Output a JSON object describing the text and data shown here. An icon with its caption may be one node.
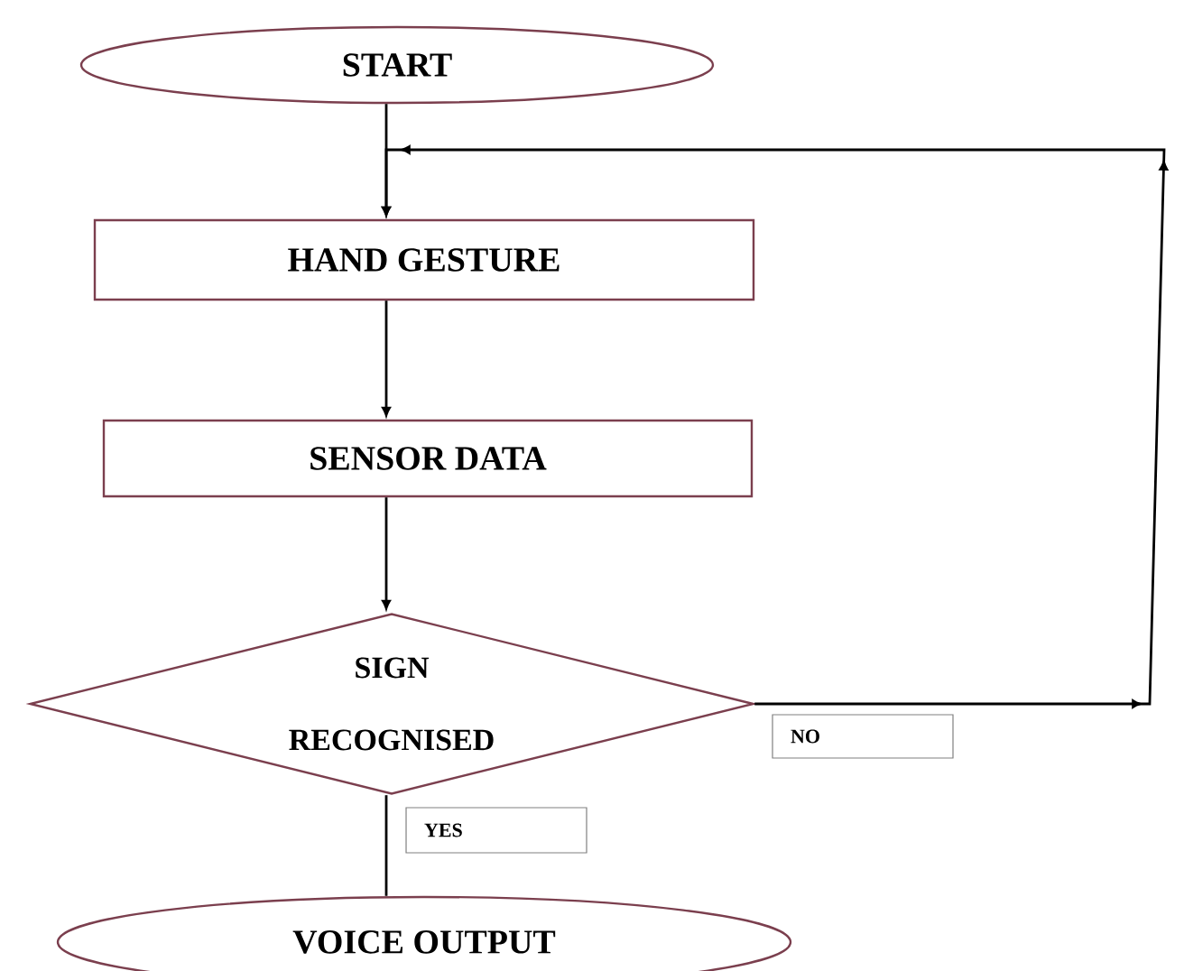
{
  "diagram": {
    "nodes": [
      {
        "text": [
          "START"
        ]
      },
      {
        "text": [
          "HAND GESTURE"
        ]
      },
      {
        "text": [
          "SENSOR DATA"
        ]
      },
      {
        "text": [
          "SIGN RECOGNISED"
        ]
      },
      {
        "text": [
          "VOICE OUTPUT"
        ]
      }
    ],
    "edges": [
      {
        "from": 0,
        "to": 1,
        "arrow": "to"
      },
      {
        "from": 1,
        "to": 2,
        "arrow": "to"
      },
      {
        "from": 2,
        "to": 3,
        "arrow": "to"
      },
      {
        "from": 3,
        "to": 1,
        "arrow": "to",
        "label": "NO"
      },
      {
        "from": 3,
        "to": 4,
        "arrow": "none",
        "label": "YES"
      }
    ]
  }
}
